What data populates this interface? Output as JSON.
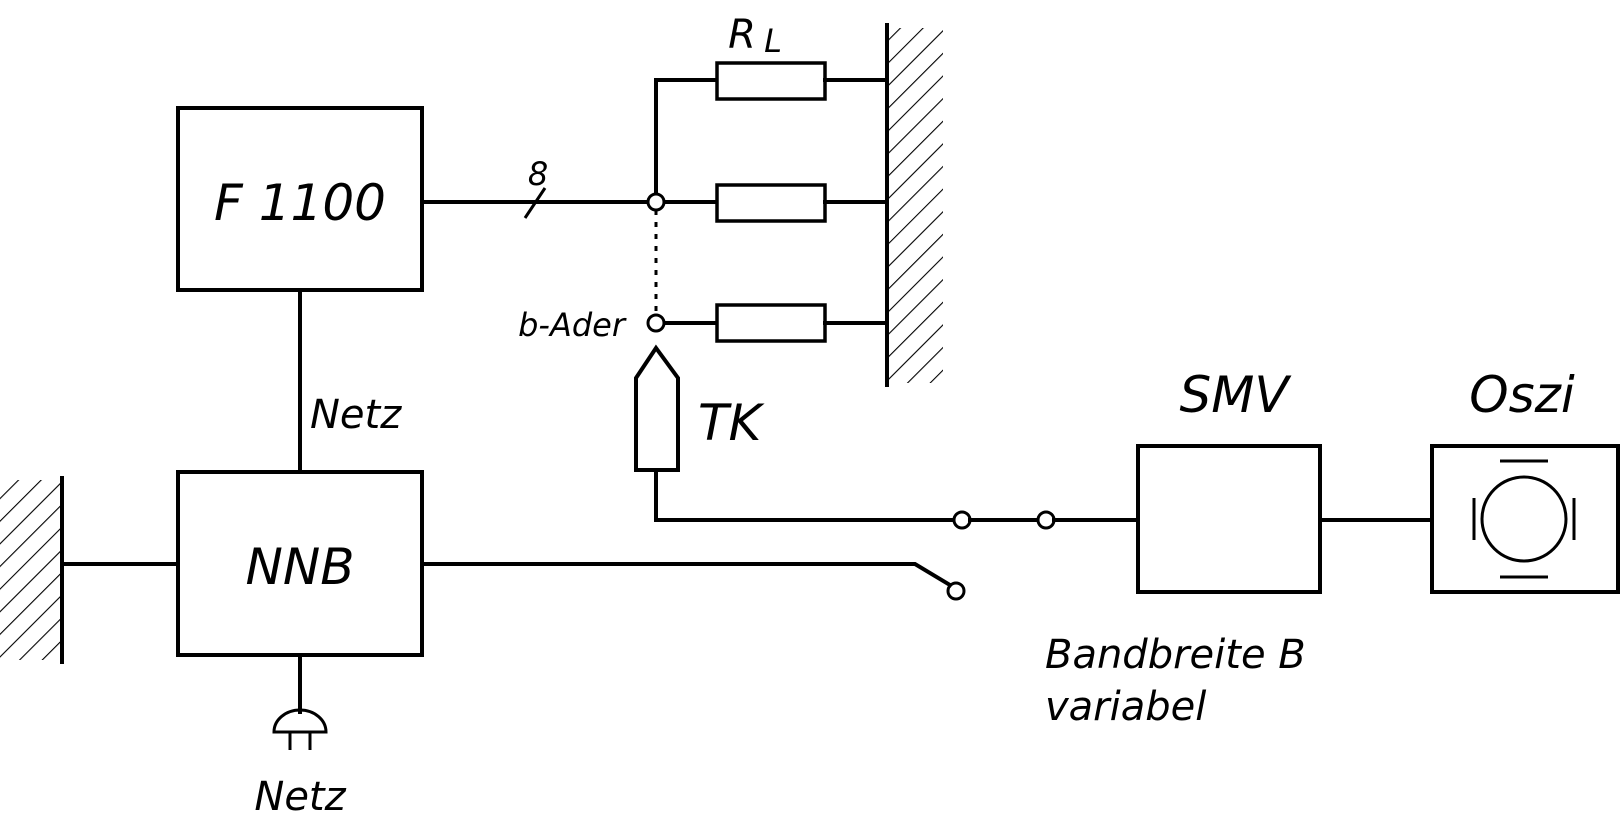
{
  "blocks": {
    "f1100": "F 1100",
    "nnb": "NNB",
    "smv": "SMV",
    "oszi": "Oszi"
  },
  "labels": {
    "rl": "R",
    "rl_sub": "L",
    "bus_width": "8",
    "b_ader": "b-Ader",
    "tk": "TK",
    "netz_line": "Netz",
    "netz_plug": "Netz",
    "bandwidth_line1": "Bandbreite B",
    "bandwidth_line2": "variabel"
  }
}
